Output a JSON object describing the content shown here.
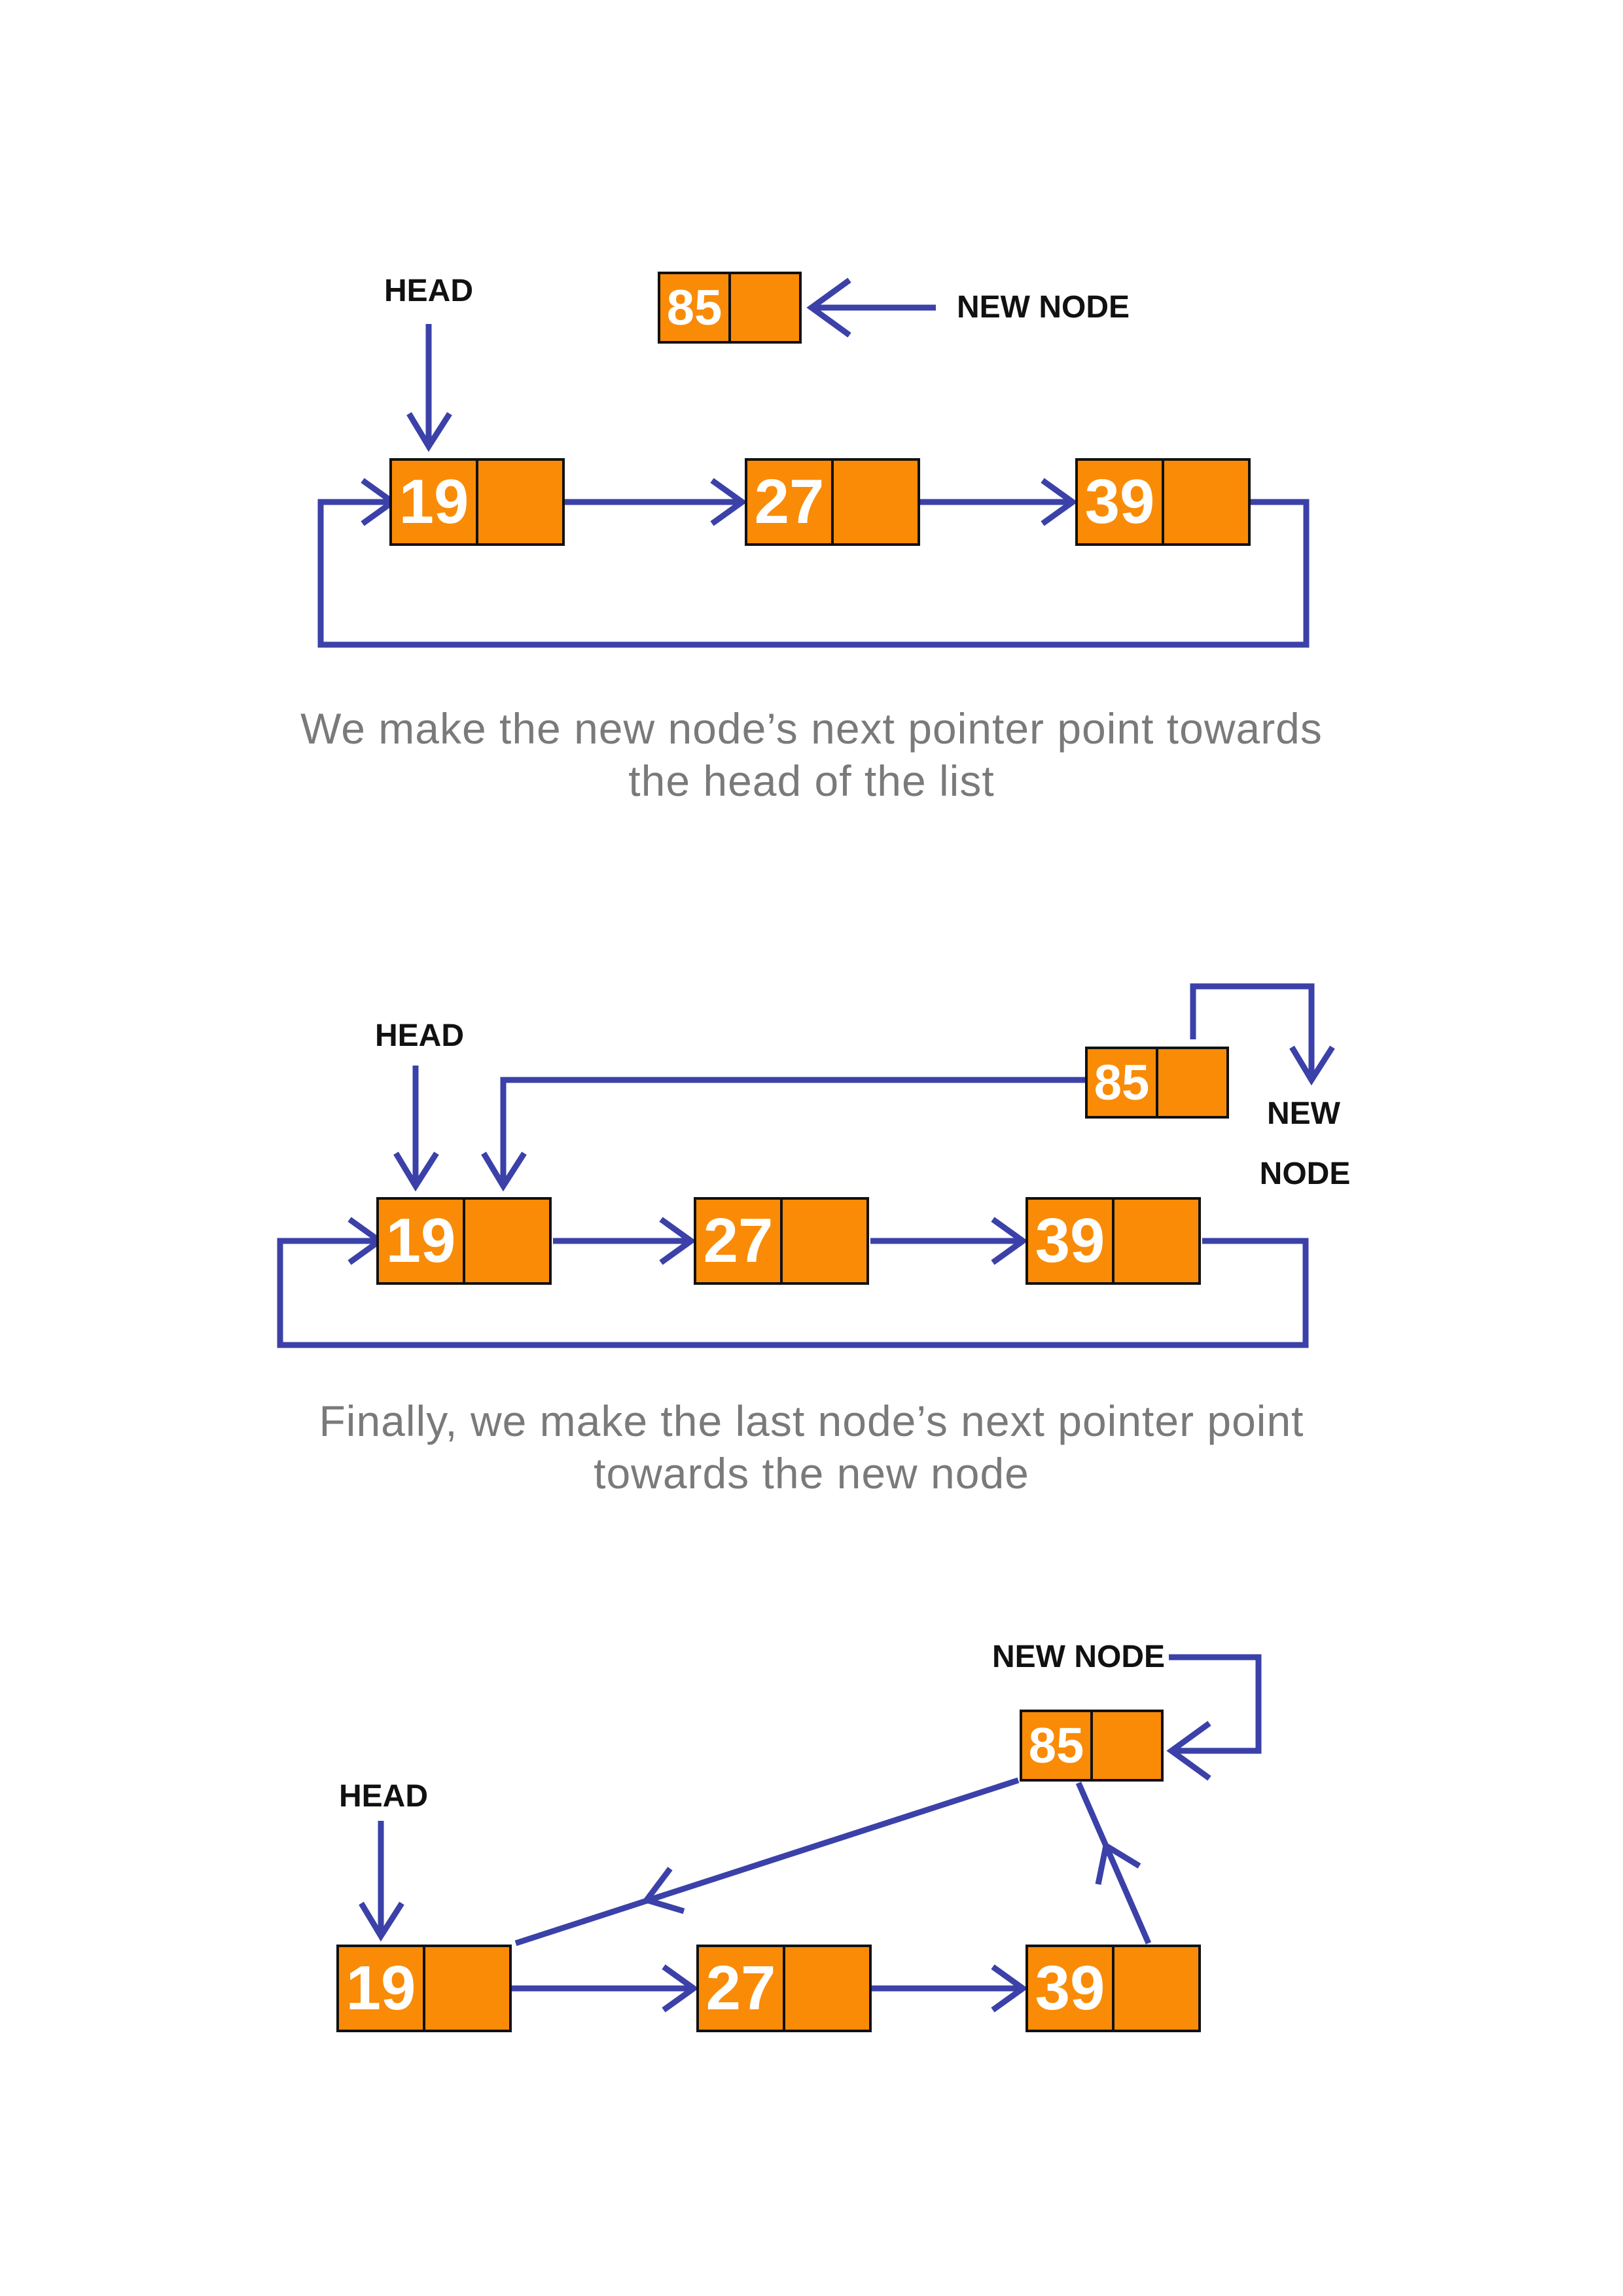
{
  "colors": {
    "node_fill": "#FA8B06",
    "node_border": "#111111",
    "arrow": "#3B41A8",
    "label": "#111111",
    "caption": "#7A7A7A",
    "value_text": "#FFFFFF"
  },
  "step1": {
    "head_label": "HEAD",
    "new_node_label": "NEW NODE",
    "node1": "19",
    "node2": "27",
    "node3": "39",
    "new_node_value": "85"
  },
  "step2": {
    "head_label": "HEAD",
    "new_node_label_line1": "NEW",
    "new_node_label_line2": "NODE",
    "node1": "19",
    "node2": "27",
    "node3": "39",
    "new_node_value": "85"
  },
  "step3": {
    "head_label": "HEAD",
    "new_node_label": "NEW NODE",
    "node1": "19",
    "node2": "27",
    "node3": "39",
    "new_node_value": "85"
  },
  "captions": {
    "step1_line1": "We make the new node’s next pointer point towards",
    "step1_line2": "the head of the list",
    "step2_line1": "Finally, we make the last node’s next pointer point",
    "step2_line2": "towards the new node"
  }
}
